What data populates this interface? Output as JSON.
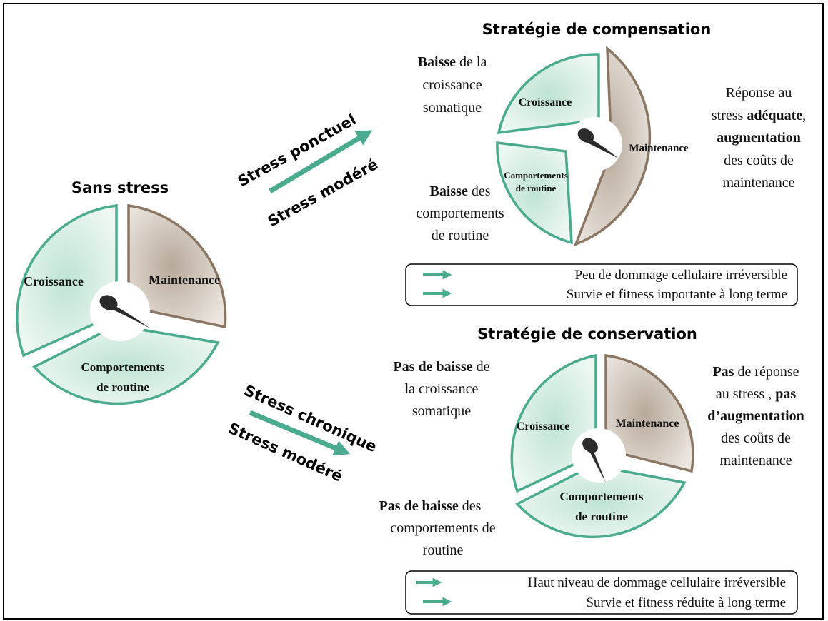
{
  "colors": {
    "green_stroke": "#4aab8e",
    "green_fill": "#e3f3ec",
    "green_center": "#bfe4d3",
    "brown_stroke": "#8a7663",
    "brown_fill": "#e6e0d9",
    "brown_center": "#b7a99a",
    "arrow": "#4aab8e"
  },
  "diagrams": {
    "baseline": {
      "title": "Sans stress",
      "growth": "Croissance",
      "maintenance": "Maintenance",
      "routine_1": "Comportements",
      "routine_2": "de routine"
    },
    "compensation": {
      "title": "Stratégie de compensation",
      "growth": "Croissance",
      "maintenance": "Maintenance",
      "routine_1": "Comportements",
      "routine_2": "de routine",
      "growth_note": {
        "l1_bold": "Baisse",
        "l1_rest": " de la",
        "l2": "croissance",
        "l3": "somatique"
      },
      "routine_note": {
        "l1_bold": "Baisse",
        "l1_rest": " des",
        "l2": "comportements",
        "l3": "de routine"
      },
      "maintenance_note": {
        "l1": "Réponse au",
        "l2_pre": "stress ",
        "l2_bold": "adéquate",
        "l2_post": ",",
        "l3_bold": "augmentation",
        "l4": "des coûts de",
        "l5": "maintenance"
      },
      "legend": [
        "Peu de dommage cellulaire irréversible",
        "Survie et fitness importante à long terme"
      ]
    },
    "conservation": {
      "title": "Stratégie de conservation",
      "growth": "Croissance",
      "maintenance": "Maintenance",
      "routine_1": "Comportements",
      "routine_2": "de routine",
      "growth_note": {
        "l1_bold": "Pas de baisse",
        "l1_rest": " de",
        "l2": "la croissance",
        "l3": "somatique"
      },
      "routine_note": {
        "l1_bold": "Pas de baisse",
        "l1_rest": " des",
        "l2": "comportements de",
        "l3": "routine"
      },
      "maintenance_note": {
        "l1_bold": "Pas",
        "l1_rest": " de réponse",
        "l2_pre": "au stress , ",
        "l2_bold": "pas",
        "l3_bold": "d’augmentation",
        "l4": "des coûts de",
        "l5": "maintenance"
      },
      "legend": [
        "Haut niveau de dommage cellulaire irréversible",
        "Survie et fitness réduite à long terme"
      ]
    }
  },
  "arrows": {
    "upper_top": "Stress ponctuel",
    "upper_bottom": "Stress modéré",
    "lower_top": "Stress chronique",
    "lower_bottom": "Stress modéré"
  }
}
